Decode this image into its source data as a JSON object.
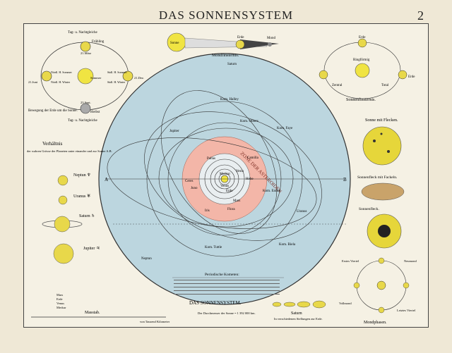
{
  "header": {
    "title": "DAS SONNENSYSTEM",
    "page_number": "2"
  },
  "seasons": {
    "top_label": "Tag- u. Nachtgleiche",
    "spring": "Frühling",
    "spring_date": "21.März",
    "summer": "Sommer",
    "summer_date": "21.Juni",
    "north_winter": "Nördl. H. Sommer",
    "north_summer": "Nördl. H. Winter",
    "south_label": "Südl. H. Sommer",
    "south_winter": "Südl. H. Winter",
    "autumn": "Herbst",
    "autumn_date": "23.Sept.",
    "bottom_label": "Tag- u. Nachtgleiche",
    "winter_date": "21.Dez.",
    "motion_caption": "Bewegung der Erde um die Sonne."
  },
  "moon_eclipse": {
    "sun": "Sonne",
    "earth": "Erde",
    "moon": "Mond",
    "caption": "Mondfinsternis."
  },
  "sun_eclipse": {
    "earth_top": "Erde",
    "ring": "Ringförmig",
    "central": "Zentral",
    "total": "Total",
    "earth_right": "Erde",
    "caption": "Sonnenfinsternis."
  },
  "size_compare": {
    "heading": "Verhältnis",
    "subheading": "der wahren Grösse der Planeten unter einander und zur Sonne A.B.",
    "neptune": "Neptun ♆",
    "uranus": "Uranus ♅",
    "saturn": "Saturn ♄",
    "jupiter": "Jupiter ♃"
  },
  "orbits": {
    "axis_a": "A",
    "axis_b": "B",
    "labels": [
      "Saturn",
      "Jupiter",
      "Mars",
      "Erde",
      "Venus",
      "Merkur",
      "Sonne",
      "Pallas",
      "Ceres",
      "Vesta",
      "Juno",
      "Flora",
      "Hebe",
      "Camilla",
      "Iris",
      "Neptun",
      "Uranus"
    ],
    "comets": [
      "Kom. Halley",
      "Kom. Biela",
      "Kom. Olbers",
      "Kom. Encke",
      "Kom. Faye",
      "Kom. Tuttle"
    ],
    "asteroid_zone": "ZONE DER ASTEROIDEN"
  },
  "sun_spots": {
    "heading": "Sonne mit Flecken.",
    "spot_with_faculae": "Sonnenfleck mit Fackeln.",
    "spot": "Sonnenfleck."
  },
  "moon_phases": {
    "caption": "Mondphasen.",
    "first_quarter": "Erstes Viertel",
    "full_moon": "Vollmond",
    "last_quarter": "Letztes Viertel",
    "new_moon": "Neumond"
  },
  "comet_table": {
    "heading": "Periodische Kometen:",
    "footer_title": "DAS SONNENSYSTEM.",
    "footnote": "Der Durchmesser der Sonne = 1 392 000 km."
  },
  "scale": {
    "caption": "Masstab.",
    "unit": "von Tausend Kilometer",
    "planets": [
      "Mars",
      "Erde",
      "Venus",
      "Merkur"
    ]
  },
  "saturn_rings": {
    "caption": "Saturn",
    "subcaption": "In verschiedenen Stellungen zur Erde."
  },
  "colors": {
    "orbit_fill": "#bcd6df",
    "asteroid_zone": "#f3b6a8",
    "sun": "#f0e442",
    "paper": "#efe8d6"
  }
}
